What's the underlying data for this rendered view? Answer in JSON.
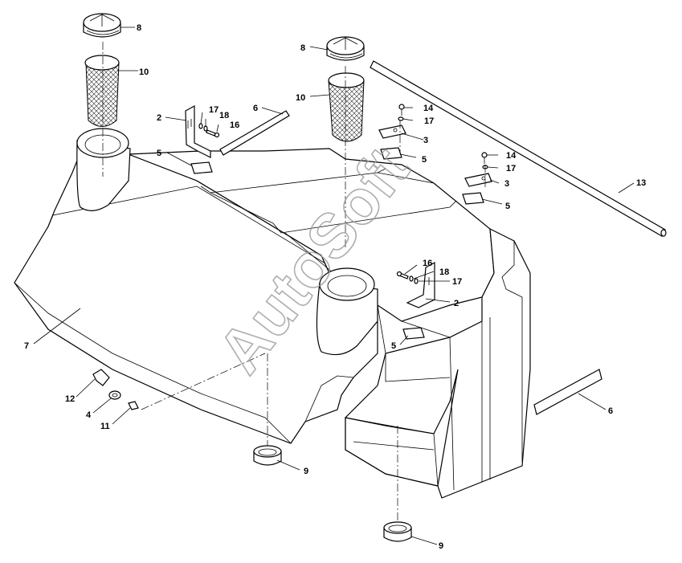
{
  "watermark": "AutoSoft",
  "callouts": {
    "c2a": "2",
    "c2b": "2",
    "c3a": "3",
    "c3b": "3",
    "c4": "4",
    "c5a": "5",
    "c5b": "5",
    "c5c": "5",
    "c5d": "5",
    "c6a": "6",
    "c6b": "6",
    "c7": "7",
    "c8a": "8",
    "c8b": "8",
    "c9a": "9",
    "c9b": "9",
    "c10a": "10",
    "c10b": "10",
    "c11": "11",
    "c12": "12",
    "c13": "13",
    "c14a": "14",
    "c14b": "14",
    "c16a": "16",
    "c16b": "16",
    "c17a": "17",
    "c17b": "17",
    "c17c": "17",
    "c17d": "17",
    "c18a": "18",
    "c18b": "18"
  },
  "colors": {
    "line": "#000000",
    "watermark": "#9a9a9a",
    "background": "#ffffff"
  }
}
